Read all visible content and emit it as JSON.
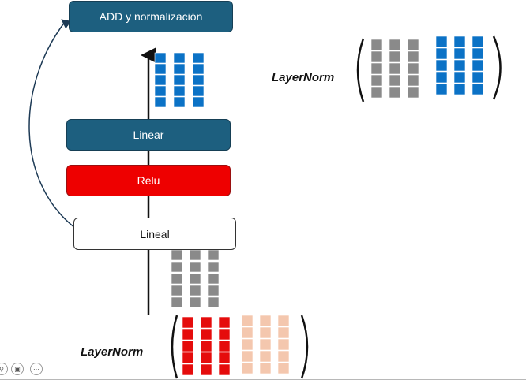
{
  "blocks": {
    "add_norm": "ADD y normalización",
    "linear": "Linear",
    "relu": "Relu",
    "lineal": "Lineal"
  },
  "labels": {
    "layernorm_top": "LayerNorm",
    "layernorm_bottom": "LayerNorm"
  },
  "colors": {
    "dark_block": "#1d5f7f",
    "relu_red": "#ee0000",
    "cell_blue": "#0b72c6",
    "cell_gray": "#8a8a8a",
    "cell_red": "#e50c0c",
    "cell_peach": "#f4c7ae",
    "arrow": "#111111",
    "residual_line": "#1d3a55"
  },
  "icons": {
    "controls": [
      "zoom-icon",
      "camera-icon",
      "more-icon"
    ]
  }
}
